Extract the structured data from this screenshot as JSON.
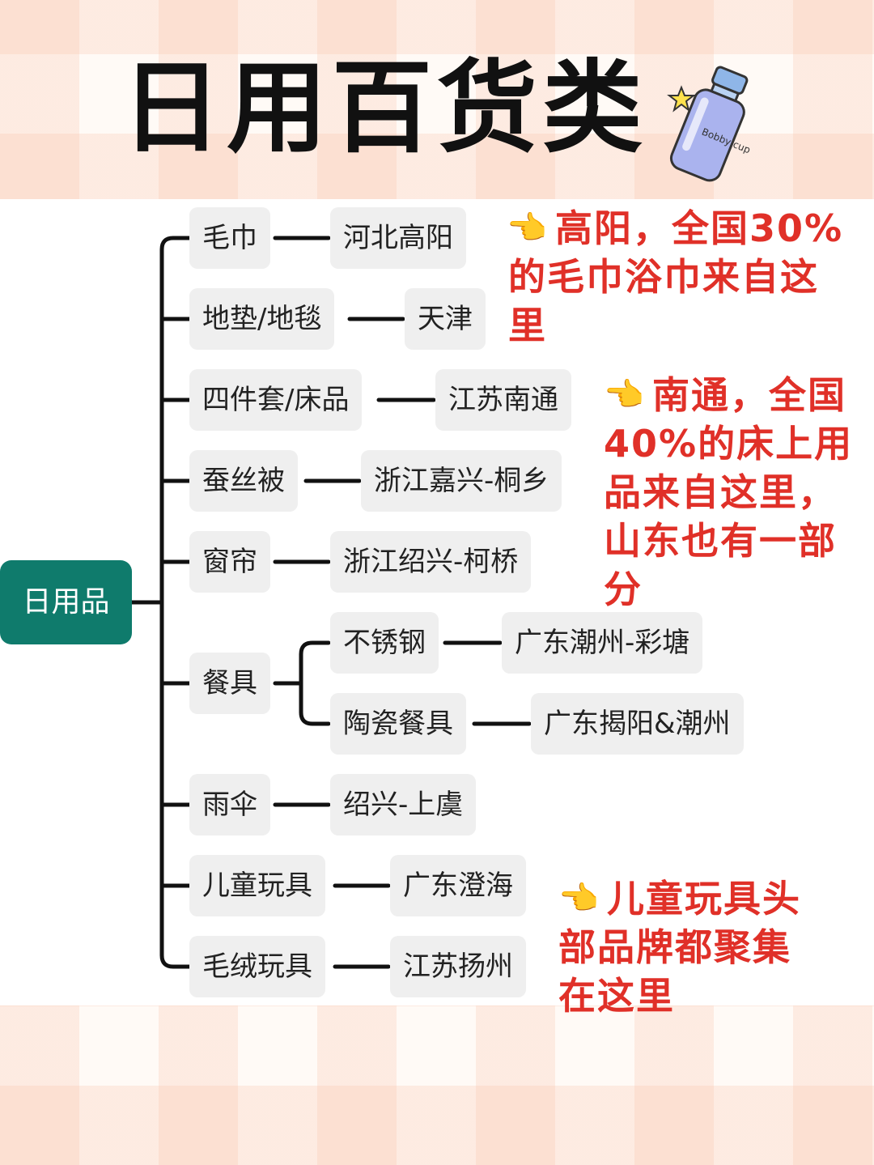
{
  "title": "日用百货类",
  "bottle_text": "Bobby cup",
  "root": "日用品",
  "branches": [
    {
      "category": "毛巾",
      "origin": "河北高阳"
    },
    {
      "category": "地垫/地毯",
      "origin": "天津"
    },
    {
      "category": "四件套/床品",
      "origin": "江苏南通"
    },
    {
      "category": "蚕丝被",
      "origin": "浙江嘉兴-桐乡"
    },
    {
      "category": "窗帘",
      "origin": "浙江绍兴-柯桥"
    },
    {
      "category": "餐具",
      "subitems": [
        {
          "category": "不锈钢",
          "origin": "广东潮州-彩塘"
        },
        {
          "category": "陶瓷餐具",
          "origin": "广东揭阳&潮州"
        }
      ]
    },
    {
      "category": "雨伞",
      "origin": "绍兴-上虞"
    },
    {
      "category": "儿童玩具",
      "origin": "广东澄海"
    },
    {
      "category": "毛绒玩具",
      "origin": "江苏扬州"
    }
  ],
  "notes": [
    {
      "lines": [
        "高阳，全国30%",
        "的毛巾浴巾来自这",
        "里"
      ]
    },
    {
      "lines": [
        "南通，全国",
        "40%的床上用",
        "品来自这里，",
        "山东也有一部",
        "分"
      ]
    },
    {
      "lines": [
        "儿童玩具头",
        "部品牌都聚集",
        "在这里"
      ]
    }
  ],
  "colors": {
    "root": "#0f7b6c",
    "note": "#e03028",
    "node_bg": "#efefef",
    "line": "#111111"
  },
  "icons": [
    "pointing-hand-icon",
    "bottle-icon",
    "star-icon"
  ]
}
